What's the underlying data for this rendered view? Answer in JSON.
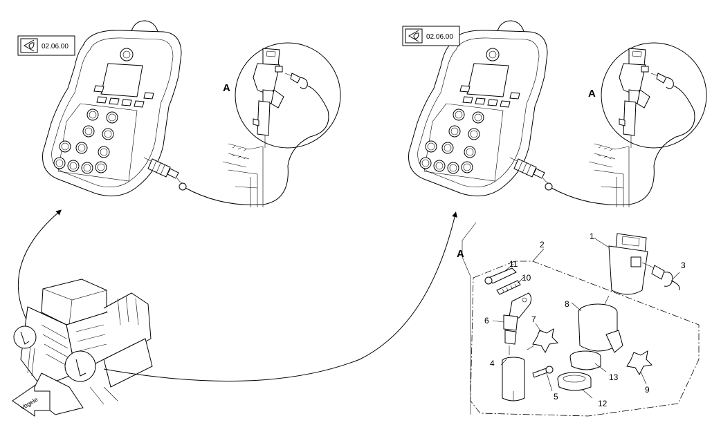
{
  "references": {
    "left": "02.06.00",
    "right": "02.06.00"
  },
  "detail_labels": {
    "left_callout": "A",
    "right_callout": "A",
    "exploded_view": "A"
  },
  "parts": {
    "p1": "1",
    "p2": "2",
    "p3": "3",
    "p4": "4",
    "p5": "5",
    "p6": "6",
    "p7": "7",
    "p8": "8",
    "p9": "9",
    "p10": "10",
    "p11": "11",
    "p12": "12",
    "p13": "13"
  },
  "brand_tag": "Vogele",
  "icons": [
    "eye-view-icon",
    "remote-control-unit",
    "paver-machine",
    "curved-arrow"
  ]
}
